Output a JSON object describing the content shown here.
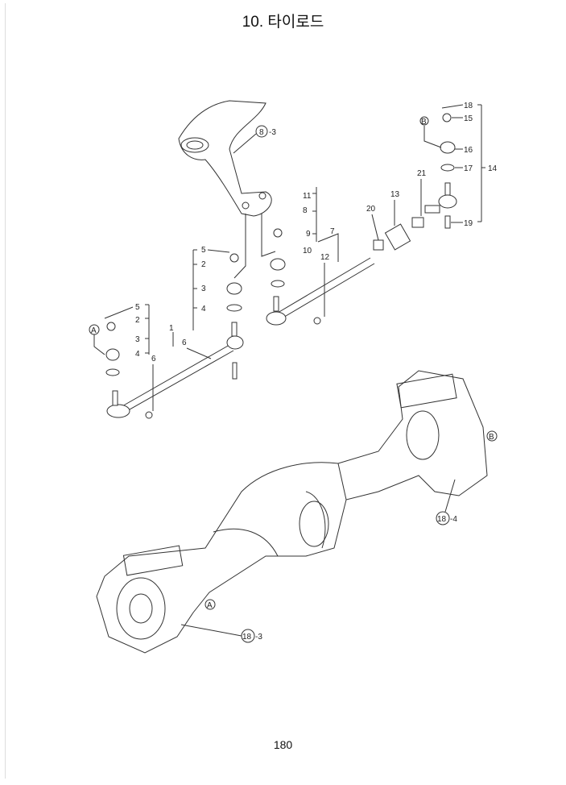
{
  "title": "10. 타이로드",
  "page_number": "180",
  "callouts": {
    "ref_8_3": "8",
    "ref_8_3_sub": "-3",
    "ref_18_4": "18",
    "ref_18_4_sub": "-4",
    "ref_18_3": "18",
    "ref_18_3_sub": "-3",
    "A": "A",
    "B": "B"
  },
  "part_labels": {
    "upper_left": [
      "5",
      "2",
      "3",
      "4"
    ],
    "lower_left": [
      "5",
      "2",
      "3",
      "4"
    ],
    "p1": "1",
    "p6a": "6",
    "p6b": "6",
    "middle": [
      "11",
      "8",
      "9",
      "10"
    ],
    "p7": "7",
    "p12": "12",
    "p20": "20",
    "p13": "13",
    "p21": "21",
    "right": [
      "18",
      "15",
      "16",
      "17",
      "19"
    ],
    "p14": "14"
  }
}
